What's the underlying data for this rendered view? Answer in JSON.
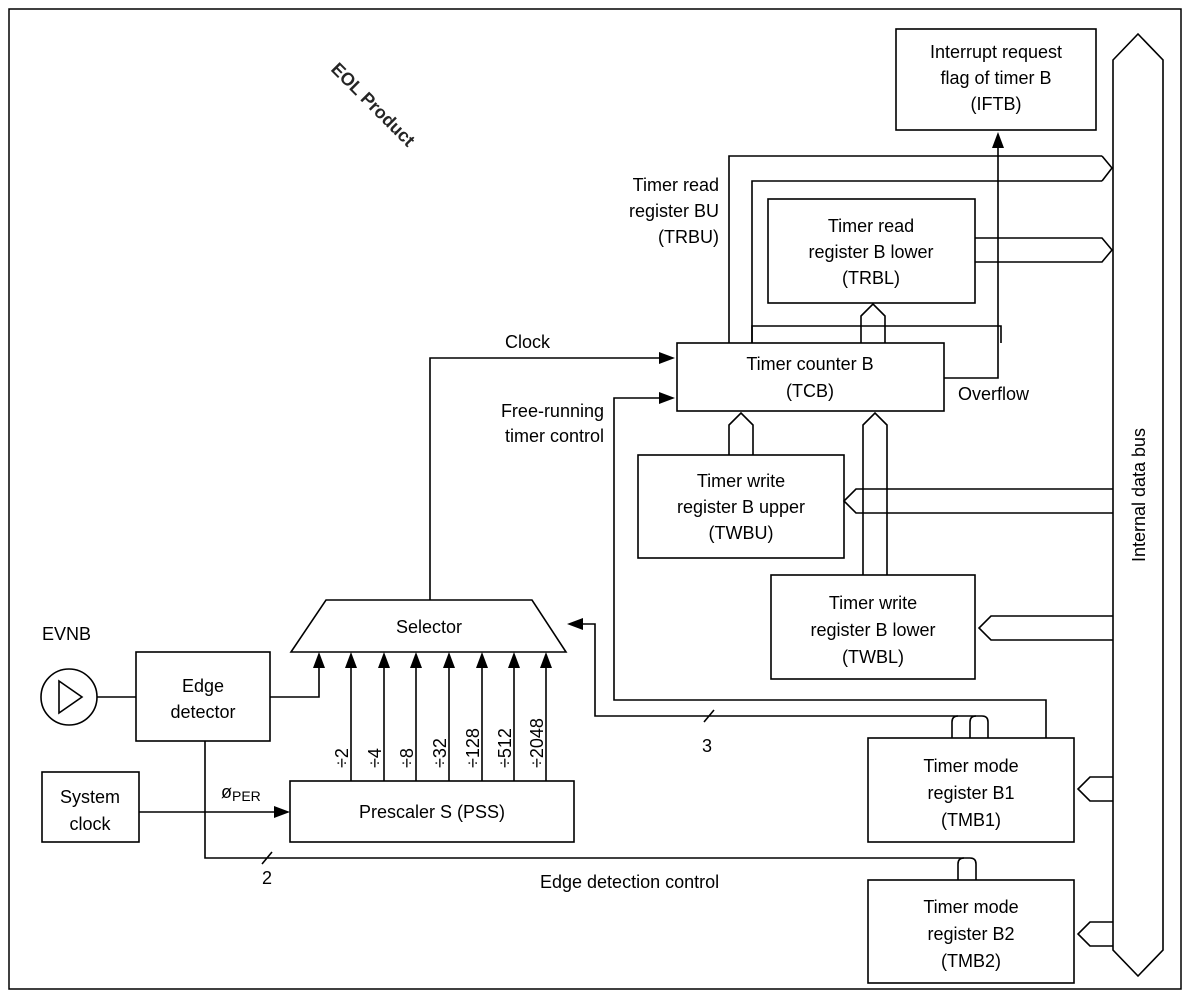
{
  "colors": {
    "line": "#000000",
    "background": "#ffffff",
    "watermark": "#ff0000"
  },
  "watermark": "EOL Product",
  "blocks": {
    "iftb": [
      "Interrupt request",
      "flag of timer B",
      "(IFTB)"
    ],
    "trbl": [
      "Timer read",
      "register B lower",
      "(TRBL)"
    ],
    "tcb": [
      "Timer counter B",
      "(TCB)"
    ],
    "twbu": [
      "Timer write",
      "register B upper",
      "(TWBU)"
    ],
    "twbl": [
      "Timer write",
      "register B lower",
      "(TWBL)"
    ],
    "tmb1": [
      "Timer mode",
      "register B1",
      "(TMB1)"
    ],
    "tmb2": [
      "Timer mode",
      "register B2",
      "(TMB2)"
    ],
    "edge_detector": [
      "Edge",
      "detector"
    ],
    "system_clock": [
      "System",
      "clock"
    ],
    "prescaler": "Prescaler S (PSS)",
    "selector": "Selector"
  },
  "labels": {
    "trbu": [
      "Timer read",
      "register BU",
      "(TRBU)"
    ],
    "clock": "Clock",
    "overflow": "Overflow",
    "free_running": [
      "Free-running",
      "timer control"
    ],
    "internal_bus": "Internal data bus",
    "evnb": "EVNB",
    "phi_per_symbol": "ø",
    "phi_per_sub": "PER",
    "edge_detection_control": "Edge detection control",
    "bus_width_3": "3",
    "bus_width_2": "2"
  },
  "divisors": [
    "÷2",
    "÷4",
    "÷8",
    "÷32",
    "÷128",
    "÷512",
    "÷2048"
  ]
}
